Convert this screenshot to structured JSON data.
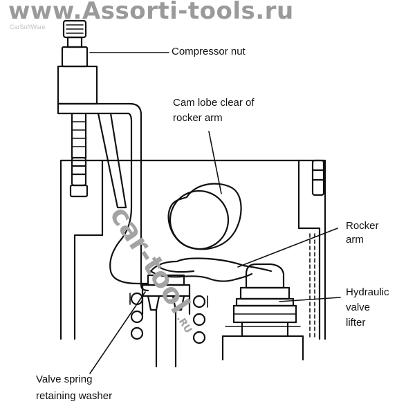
{
  "watermark": {
    "site": "www.Assorti-tools.ru",
    "subtext": "CarSoftWare",
    "diagonal_main": "car-tool",
    "diagonal_suffix": ".RU"
  },
  "labels": {
    "compressor_nut": "Compressor nut",
    "cam_lobe_line1": "Cam lobe clear of",
    "cam_lobe_line2": "rocker arm",
    "rocker_arm_line1": "Rocker",
    "rocker_arm_line2": "arm",
    "lifter_line1": "Hydraulic",
    "lifter_line2": "valve",
    "lifter_line3": "lifter",
    "washer_line1": "Valve spring",
    "washer_line2": "retaining washer"
  },
  "colors": {
    "ink": "#111111",
    "watermark": "#9a9a9a"
  }
}
